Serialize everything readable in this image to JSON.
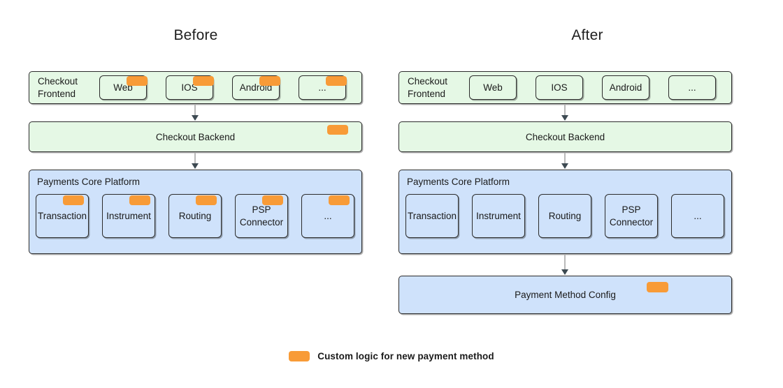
{
  "diagram": {
    "columns": [
      {
        "id": "before",
        "title": "Before",
        "layers": [
          {
            "id": "frontend",
            "label": "Checkout\nFrontend",
            "color": "#e5f8e5",
            "nodes": [
              {
                "label": "Web",
                "badge": true
              },
              {
                "label": "IOS",
                "badge": true
              },
              {
                "label": "Android",
                "badge": true
              },
              {
                "label": "...",
                "badge": true
              }
            ]
          },
          {
            "id": "backend",
            "label": "Checkout Backend",
            "color": "#e5f8e5",
            "badge": true,
            "nodes": []
          },
          {
            "id": "core",
            "label": "Payments Core Platform",
            "color": "#cfe2fb",
            "nodes": [
              {
                "label": "Transaction",
                "badge": true
              },
              {
                "label": "Instrument",
                "badge": true
              },
              {
                "label": "Routing",
                "badge": true
              },
              {
                "label": "PSP\nConnector",
                "badge": true
              },
              {
                "label": "...",
                "badge": true
              }
            ]
          }
        ]
      },
      {
        "id": "after",
        "title": "After",
        "layers": [
          {
            "id": "frontend",
            "label": "Checkout\nFrontend",
            "color": "#e5f8e5",
            "nodes": [
              {
                "label": "Web",
                "badge": false
              },
              {
                "label": "IOS",
                "badge": false
              },
              {
                "label": "Android",
                "badge": false
              },
              {
                "label": "...",
                "badge": false
              }
            ]
          },
          {
            "id": "backend",
            "label": "Checkout Backend",
            "color": "#e5f8e5",
            "badge": false,
            "nodes": []
          },
          {
            "id": "core",
            "label": "Payments Core Platform",
            "color": "#cfe2fb",
            "nodes": [
              {
                "label": "Transaction",
                "badge": false
              },
              {
                "label": "Instrument",
                "badge": false
              },
              {
                "label": "Routing",
                "badge": false
              },
              {
                "label": "PSP\nConnector",
                "badge": false
              },
              {
                "label": "...",
                "badge": false
              }
            ]
          },
          {
            "id": "config",
            "label": "Payment Method Config",
            "color": "#cfe2fb",
            "badge": true,
            "nodes": []
          }
        ]
      }
    ]
  },
  "legend": {
    "swatch_color": "#f89b37",
    "text": "Custom logic for new payment method"
  },
  "colors": {
    "green_fill": "#e5f8e5",
    "blue_fill": "#cfe2fb",
    "accent_orange": "#f89b37",
    "border": "#2b2b2b",
    "arrow_line": "#b9b9b9",
    "arrow_head": "#3d4a52",
    "background": "#ffffff"
  }
}
